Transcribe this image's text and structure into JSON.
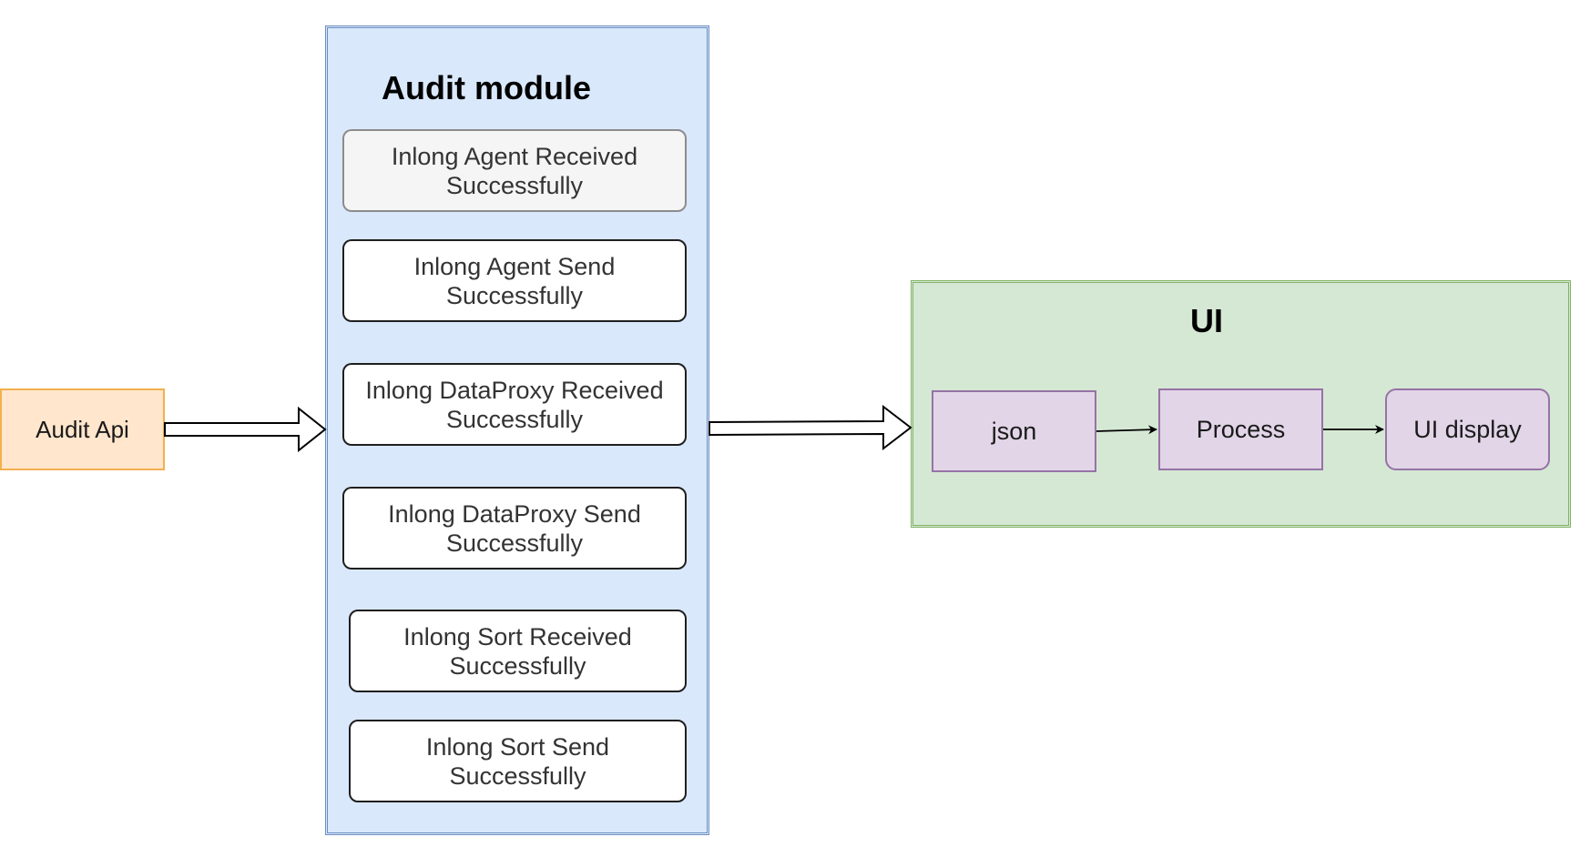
{
  "audit_api": {
    "label": "Audit Api"
  },
  "audit_module": {
    "title": "Audit module",
    "steps": [
      "Inlong Agent Received\nSuccessfully",
      "Inlong Agent Send\nSuccessfully",
      "Inlong DataProxy Received\nSuccessfully",
      "Inlong DataProxy Send\nSuccessfully",
      "Inlong Sort Received\nSuccessfully",
      "Inlong Sort Send\nSuccessfully"
    ]
  },
  "ui": {
    "title": "UI",
    "nodes": [
      "json",
      "Process",
      "UI display"
    ]
  },
  "colors": {
    "audit_api_fill": "#ffe6cc",
    "audit_api_stroke": "#f2b04f",
    "audit_module_fill": "#dae8fc",
    "audit_module_stroke": "#6c8ebf",
    "ui_fill": "#d5e8d4",
    "ui_stroke": "#82b366",
    "ui_node_fill": "#e1d5e7",
    "ui_node_stroke": "#9673a6"
  }
}
